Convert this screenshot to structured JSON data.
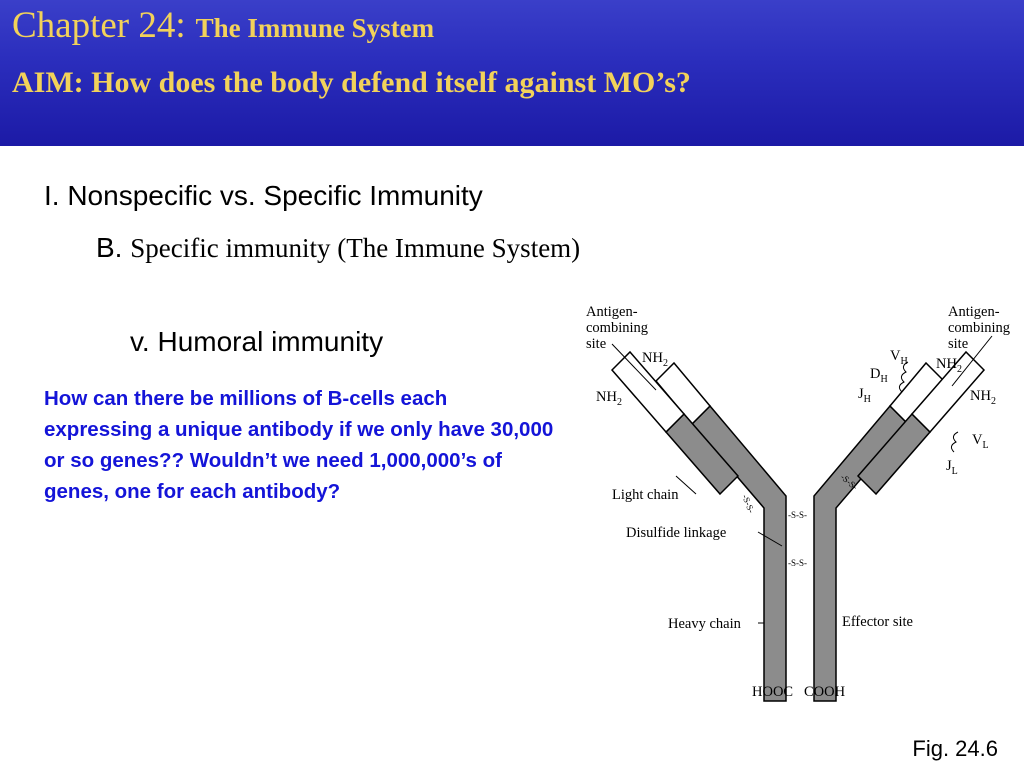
{
  "header": {
    "chapter_label": "Chapter 24:",
    "chapter_title": "The Immune System",
    "aim": "AIM: How does the body defend itself  against MO’s?"
  },
  "outline": {
    "level1": "I. Nonspecific vs. Specific Immunity",
    "level2_marker": "B.",
    "level2_text": "Specific immunity (The Immune System)",
    "level3": "v. Humoral immunity"
  },
  "question": "How can there be millions of B-cells each expressing a unique antibody if we only have 30,000 or so genes?? Wouldn’t we need 1,000,000’s of genes, one for each antibody?",
  "figure": {
    "labels": {
      "antigen_site_left_1": "Antigen-",
      "antigen_site_left_2": "combining",
      "antigen_site_left_3": "site",
      "antigen_site_right_1": "Antigen-",
      "antigen_site_right_2": "combining",
      "antigen_site_right_3": "site",
      "nh2_left_heavy": "NH",
      "nh2_left_light": "NH",
      "nh2_right_heavy": "NH",
      "nh2_right_light": "NH",
      "sub_2": "2",
      "vh": "V",
      "vh_sub": "H",
      "dh": "D",
      "dh_sub": "H",
      "jh": "J",
      "jh_sub": "H",
      "vl": "V",
      "vl_sub": "L",
      "jl": "J",
      "jl_sub": "L",
      "light_chain": "Light chain",
      "disulfide": "Disulfide linkage",
      "heavy_chain": "Heavy chain",
      "effector_site": "Effector site",
      "hooc": "HOOC",
      "cooh": "COOH",
      "ss": "-S-S-"
    },
    "colors": {
      "chain_fill": "#ffffff",
      "constant_fill": "#8c8c8c",
      "outline": "#000000"
    }
  },
  "caption": "Fig. 24.6"
}
